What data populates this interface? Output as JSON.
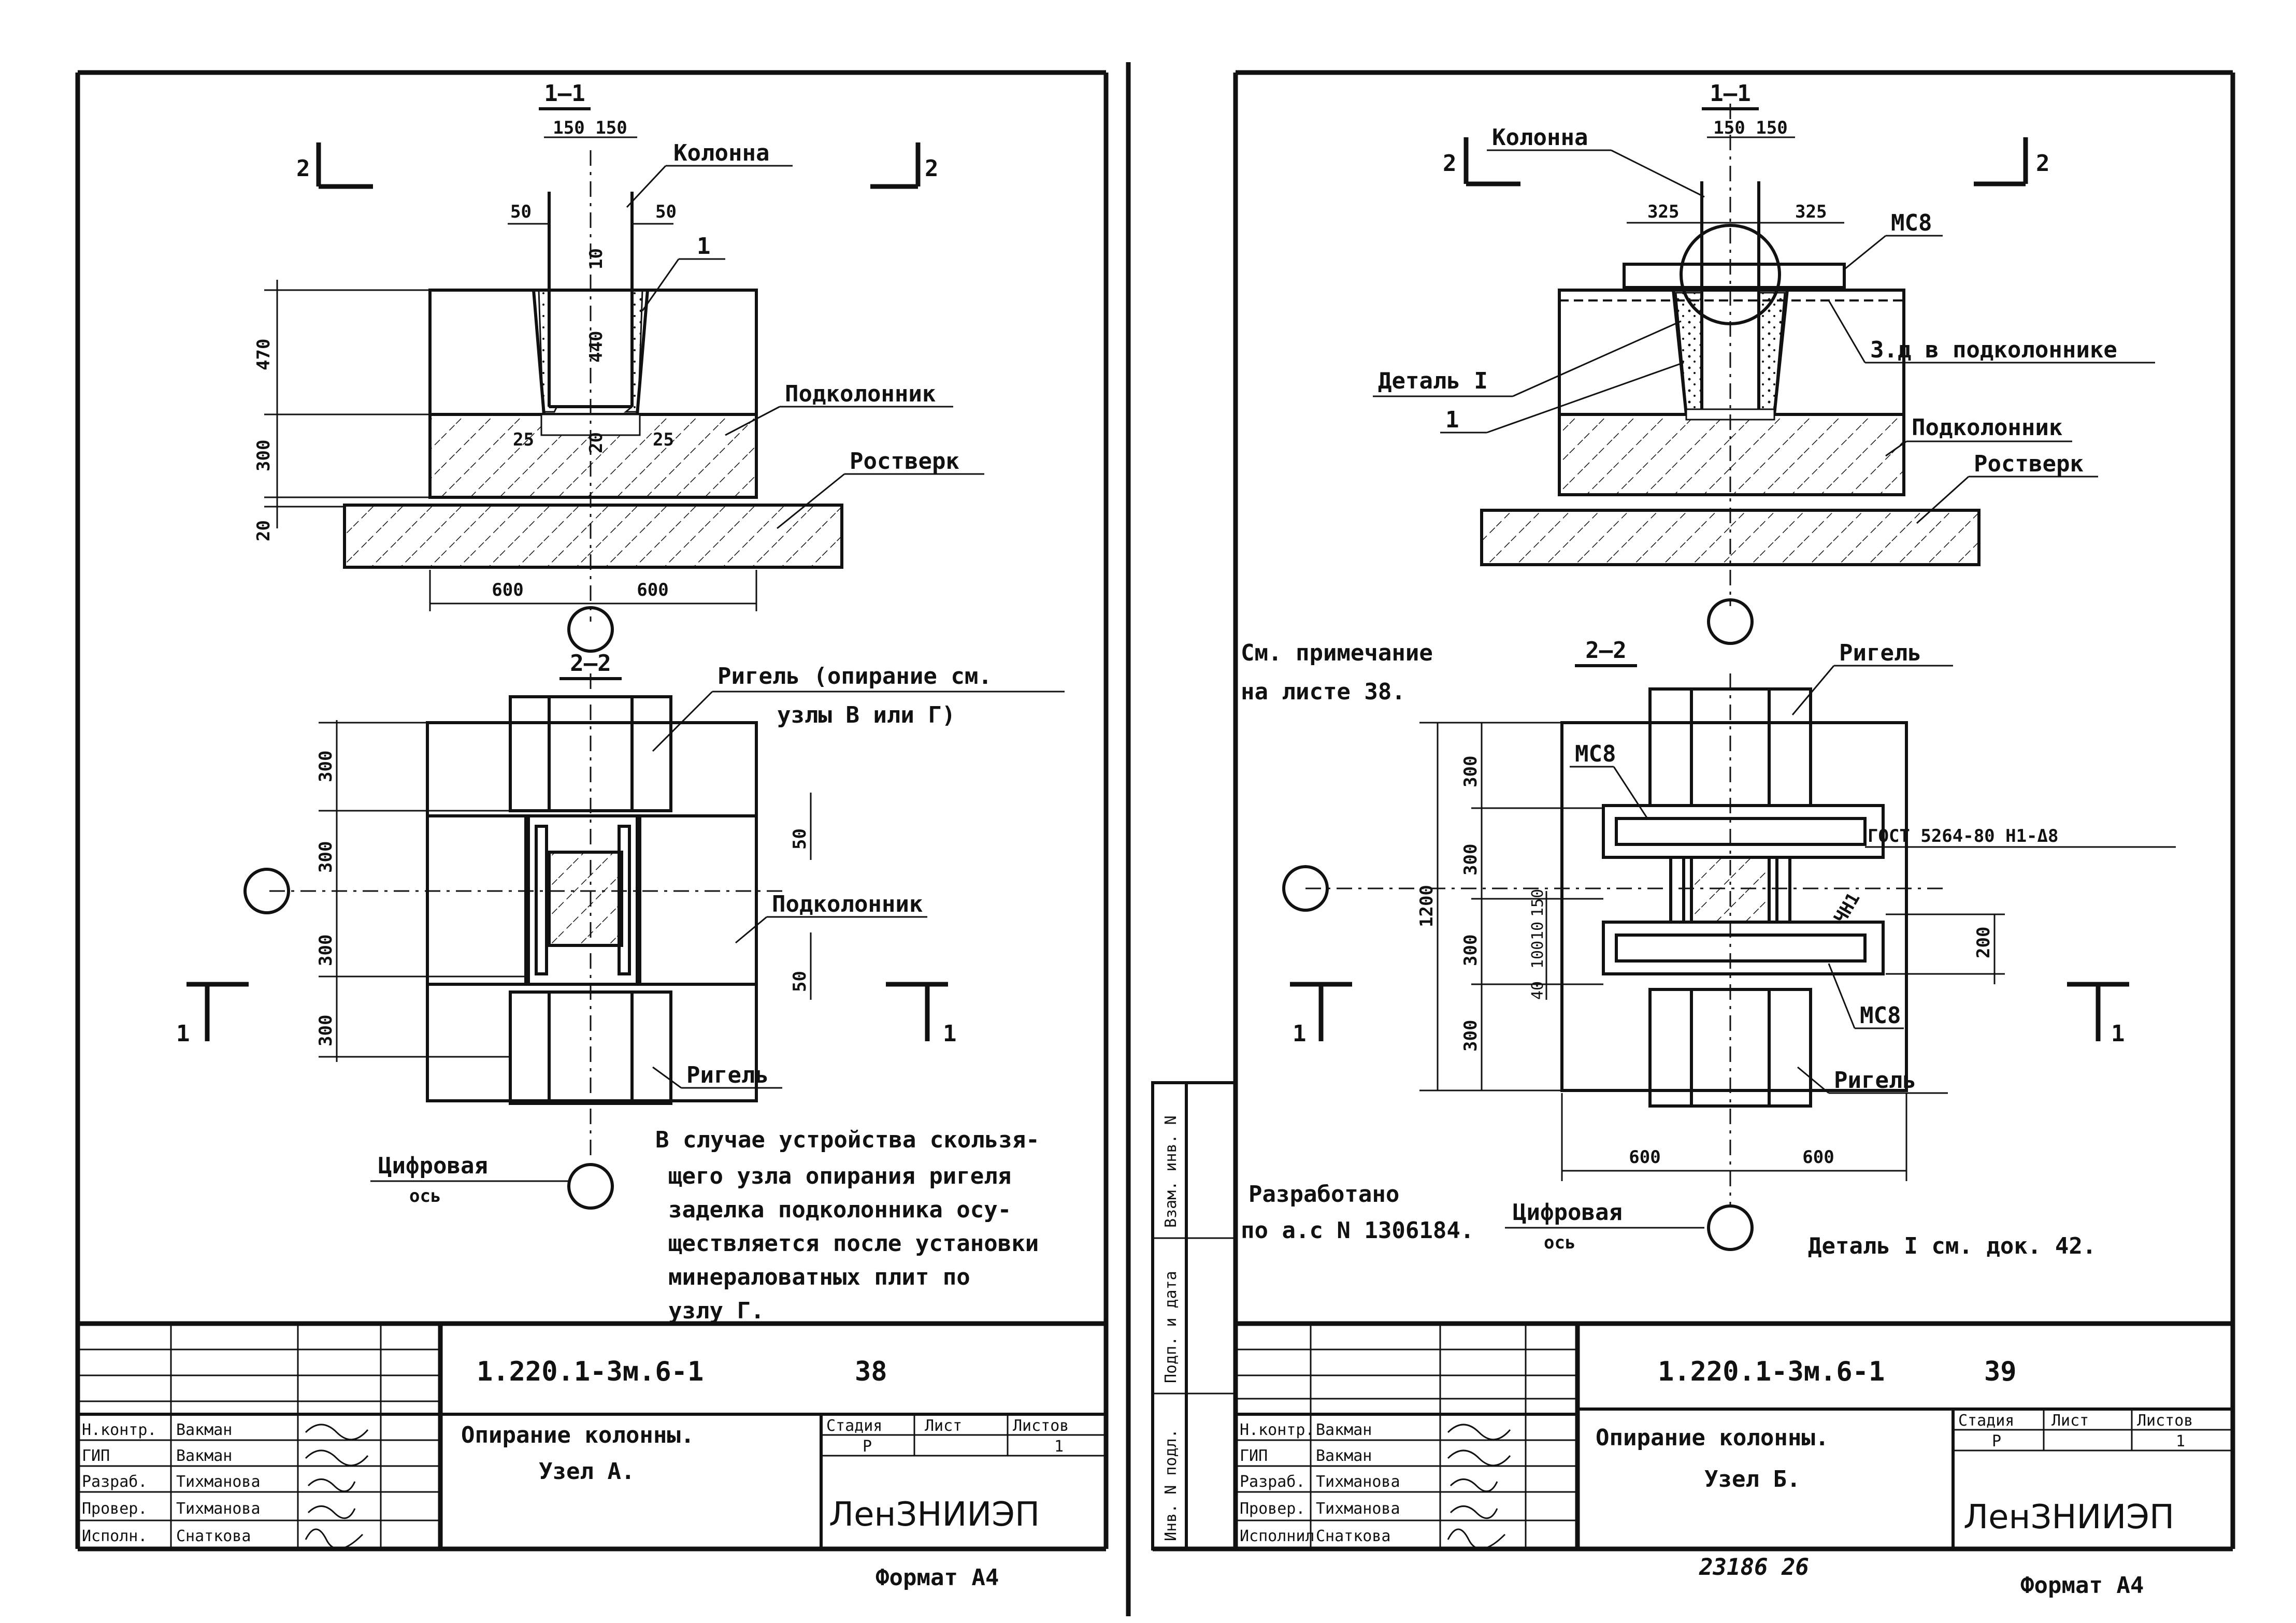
{
  "sheets": [
    {
      "section_1": "1—1",
      "section_2": "2—2",
      "cut_mark_2": "2",
      "cut_mark_1": "1",
      "labels": {
        "column": "Колонна",
        "ref_1": "1",
        "pedestal": "Подколонник",
        "grillage": "Ростверк",
        "beam_top": "Ригель (опирание см.",
        "beam_top_2": "узлы В или Г)",
        "pedestal_plan": "Подколонник",
        "beam_bottom": "Ригель",
        "axis": "Цифровая",
        "axis_2": "ось"
      },
      "dims": {
        "top_150a": "150",
        "top_150b": "150",
        "d50a": "50",
        "d50b": "50",
        "d10": "10",
        "h470": "470",
        "h440": "440",
        "h300": "300",
        "h20": "20",
        "d25a": "25",
        "d20": "20",
        "d25b": "25",
        "w600a": "600",
        "w600b": "600",
        "p300a": "300",
        "p300b": "300",
        "p300c": "300",
        "p300d": "300",
        "p50a": "50",
        "p50b": "50"
      },
      "note_lines": [
        "В случае устройства скользя-",
        "щего узла опирания ригеля",
        "заделка подколонника осу-",
        "ществляется после установки",
        "минераловатных плит по",
        "узлу Г."
      ],
      "stamp": {
        "code": "1.220.1-3м.6-1",
        "sheet_no": "38",
        "title_1": "Опирание колонны.",
        "title_2": "Узел А.",
        "col_stage": "Стадия",
        "col_sheet": "Лист",
        "col_sheets": "Листов",
        "stage": "Р",
        "sheets_total": "1",
        "org": "ЛенЗНИИЭП",
        "roles": [
          "Н.контр.",
          "ГИП",
          "Разраб.",
          "Провер.",
          "Исполн."
        ],
        "names": [
          "Вакман",
          "Вакман",
          "Тихманова",
          "Тихманова",
          "Снаткова"
        ],
        "format": "Формат А4"
      }
    },
    {
      "section_1": "1—1",
      "section_2": "2—2",
      "cut_mark_2": "2",
      "cut_mark_1": "1",
      "labels": {
        "column": "Колонна",
        "mc8_top": "МС8",
        "embedded": "З.д в подколоннике",
        "detail": "Деталь I",
        "ref_1": "1",
        "pedestal": "Подколонник",
        "grillage": "Ростверк",
        "see_note": "См. примечание",
        "see_note_2": "на листе 38.",
        "beam_top": "Ригель",
        "mc8_plan": "МС8",
        "weld": "ГОСТ 5264-80 Н1-Δ8",
        "plate": "ЧН1",
        "mc8_plan_2": "МС8",
        "beam_bottom": "Ригель",
        "developed": "Разработано",
        "developed_2": "по а.с N 1306184.",
        "axis": "Цифровая",
        "axis_2": "ось",
        "detail_ref": "Деталь I см. док. 42."
      },
      "dims": {
        "top_150a": "150",
        "top_150b": "150",
        "d325a": "325",
        "d325b": "325",
        "w1200": "1200",
        "p300a": "300",
        "p300b": "300",
        "p300c": "300",
        "p300d": "300",
        "d10": "10",
        "d100": "100",
        "d150": "150",
        "d40": "40",
        "d200": "200",
        "w600a": "600",
        "w600b": "600"
      },
      "side_stamp": [
        "Взам. инв. N",
        "Подп. и дата",
        "Инв. N подл."
      ],
      "stamp": {
        "code": "1.220.1-3м.6-1",
        "sheet_no": "39",
        "title_1": "Опирание колонны.",
        "title_2": "Узел Б.",
        "col_stage": "Стадия",
        "col_sheet": "Лист",
        "col_sheets": "Листов",
        "stage": "Р",
        "sheets_total": "1",
        "org": "ЛенЗНИИЭП",
        "roles": [
          "Н.контр.",
          "ГИП",
          "Разраб.",
          "Провер.",
          "Исполнил"
        ],
        "names": [
          "Вакман",
          "Вакман",
          "Тихманова",
          "Тихманова",
          "Снаткова"
        ],
        "inv": "23186 26",
        "format": "Формат А4"
      }
    }
  ]
}
